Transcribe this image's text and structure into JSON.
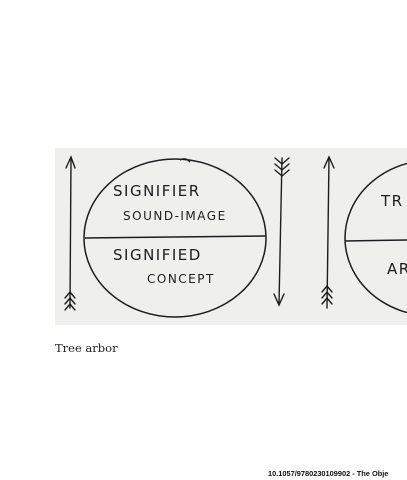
{
  "figure": {
    "diagram": {
      "left_circle": {
        "top_label": "SIGNIFIER",
        "top_sublabel": "SOUND-IMAGE",
        "bottom_label": "SIGNIFIED",
        "bottom_sublabel": "CONCEPT"
      },
      "right_circle_partial": {
        "top_label": "TR",
        "bottom_label": "AR"
      }
    }
  },
  "caption": "Tree arbor",
  "footer": "10.1057/9780230109902 - The Obje"
}
